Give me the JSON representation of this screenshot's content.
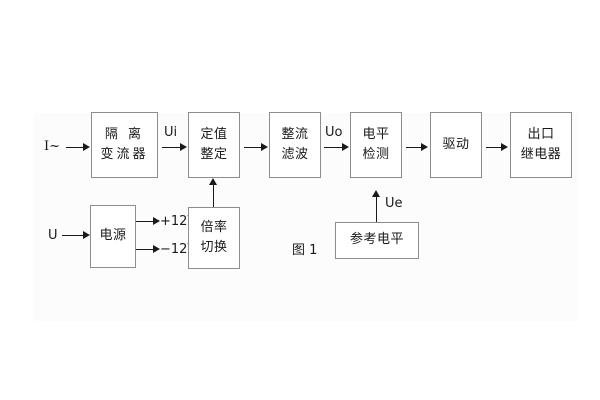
{
  "figure": {
    "caption": "图 1",
    "colors": {
      "stroke": "#8d8d8d",
      "ink": "#1a1a1a",
      "background": "#ffffff"
    }
  },
  "blocks": [
    {
      "id": "isolation-ct",
      "line1": "隔 离",
      "line2": "变流器"
    },
    {
      "id": "setting-value",
      "line1": "定值",
      "line2": "整定"
    },
    {
      "id": "rectify-filter",
      "line1": "整流",
      "line2": "滤波"
    },
    {
      "id": "level-detect",
      "line1": "电平",
      "line2": "检测"
    },
    {
      "id": "drive",
      "line1": "驱动",
      "line2": ""
    },
    {
      "id": "output-relay",
      "line1": "出口",
      "line2": "继电器"
    },
    {
      "id": "power-supply",
      "line1": "电源",
      "line2": ""
    },
    {
      "id": "multiplier-switch",
      "line1": "倍率",
      "line2": "切换"
    },
    {
      "id": "reference-level",
      "line1": "参考电平",
      "line2": ""
    }
  ],
  "signals": {
    "current_input": "I~",
    "voltage_input": "U",
    "ui": "Ui",
    "uo": "Uo",
    "ue": "Ue",
    "rail_positive": "+12V",
    "rail_negative": "−12V"
  }
}
